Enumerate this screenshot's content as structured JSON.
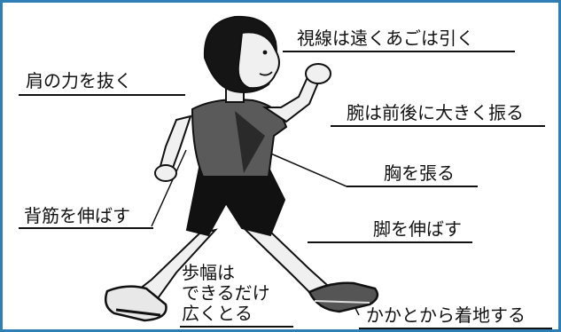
{
  "labels": {
    "gaze": "視線は遠くあごは引く",
    "shoulder": "肩の力を抜く",
    "arm": "腕は前後に大きく振る",
    "chest": "胸を張る",
    "back": "背筋を伸ばす",
    "leg": "脚を伸ばす",
    "stride": [
      "歩幅は",
      "できるだけ",
      "広くとる"
    ],
    "heel": "かかとから着地する"
  },
  "colors": {
    "frame": "#2f7fb4",
    "ink": "#111111",
    "skin": "#f0f0f0",
    "shirt": "#5a5a5a",
    "shorts": "#111111",
    "hair": "#151515"
  }
}
